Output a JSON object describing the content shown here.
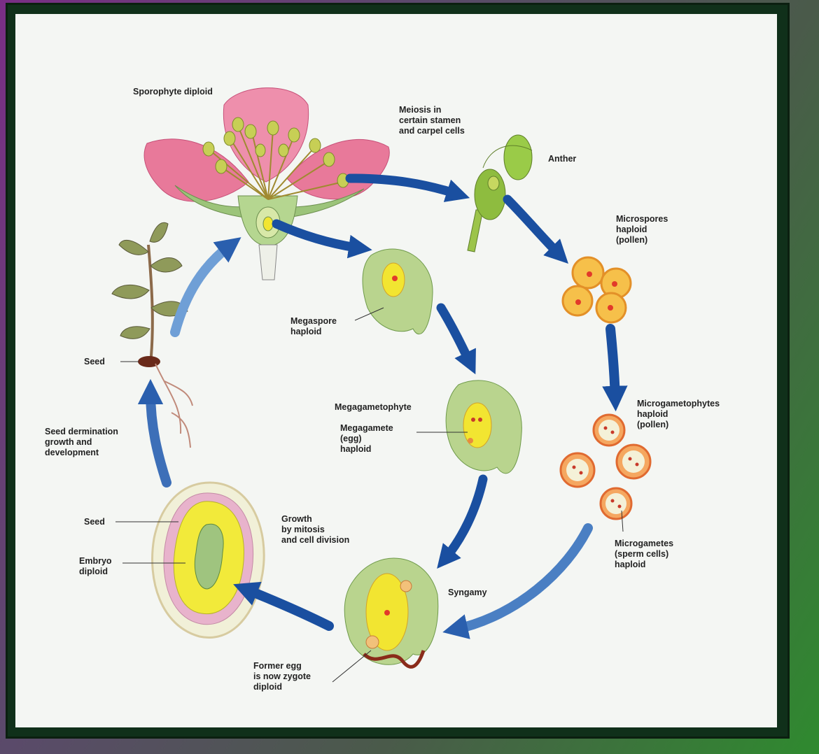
{
  "labels": {
    "sporophyte": "Sporophyte diploid",
    "meiosis": "Meiosis in\ncertain stamen\nand carpel cells",
    "anther": "Anther",
    "microspores": "Microspores\nhaploid\n(pollen)",
    "megaspore": "Megaspore\nhaploid",
    "megagametophyte": "Megagametophyte",
    "megagamete": "Megagamete\n(egg)\nhaploid",
    "microgametophytes": "Microgametophytes\nhaploid\n(pollen)",
    "microgametes": "Microgametes\n(sperm cells)\nhaploid",
    "syngamy": "Syngamy",
    "growth": "Growth\nby mitosis\nand cell division",
    "seed_plant": "Seed",
    "seed_germination": "Seed dermination\ngrowth and\ndevelopment",
    "seed": "Seed",
    "embryo": "Embryo\ndiploid",
    "former_egg": "Former egg\nis now zygote\ndiploid"
  },
  "colors": {
    "arrow": "#1a4fa0",
    "arrow_light": "#7fa8d8",
    "petal": "#e8799a",
    "ovule": "#a8c97f",
    "yellow": "#f2e531",
    "pollen": "#f0a53a"
  },
  "icons": [
    "flower-illustration",
    "anther-illustration",
    "pollen-illustration",
    "ovule-illustration",
    "seed-illustration",
    "seedling-illustration",
    "cycle-arrow"
  ]
}
